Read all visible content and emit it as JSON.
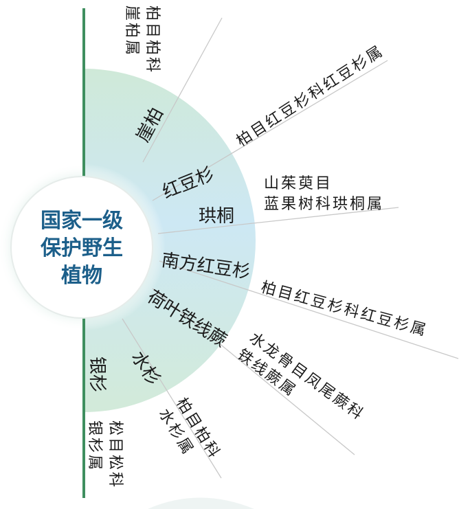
{
  "center": {
    "lines": [
      "国家一级",
      "保护野生",
      "植物"
    ]
  },
  "species": [
    {
      "name": "崖柏",
      "taxonomy": [
        "柏目柏科",
        "崖柏属"
      ]
    },
    {
      "name": "红豆杉",
      "taxonomy": [
        "柏目红豆杉科红豆杉属"
      ]
    },
    {
      "name": "珙桐",
      "taxonomy": [
        "山茱萸目",
        "蓝果树科珙桐属"
      ]
    },
    {
      "name": "南方红豆杉",
      "taxonomy": [
        "柏目红豆杉科红豆杉属"
      ]
    },
    {
      "name": "荷叶铁线蕨",
      "taxonomy": [
        "水龙骨目凤尾蕨科",
        "铁线蕨属"
      ]
    },
    {
      "name": "水杉",
      "taxonomy": [
        "柏目柏科",
        "水杉属"
      ]
    },
    {
      "name": "银杉",
      "taxonomy": [
        "松目松科",
        "银杉属"
      ]
    }
  ],
  "colors": {
    "center_text": "#1c5f8a",
    "stem": "#3f8f5f",
    "fan_green": "#cfe9d8",
    "fan_blue": "#cde8f4",
    "ray": "#c8c8c8"
  }
}
